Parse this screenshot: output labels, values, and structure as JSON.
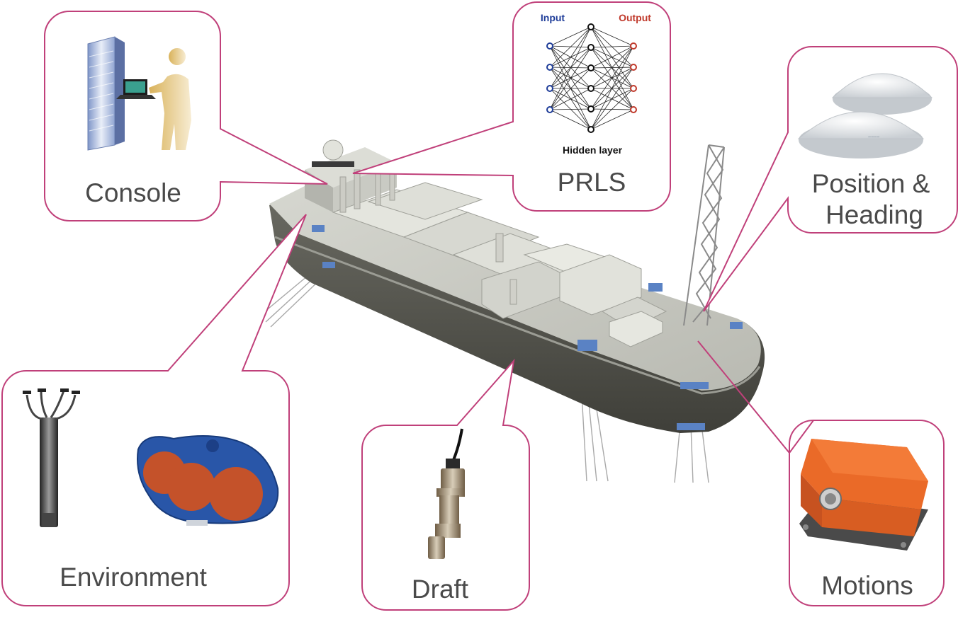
{
  "panels": {
    "console": {
      "label": "Console"
    },
    "prls": {
      "label": "PRLS",
      "input_label": "Input",
      "output_label": "Output",
      "hidden_label": "Hidden layer"
    },
    "position": {
      "label_line1": "Position &",
      "label_line2": "Heading"
    },
    "environment": {
      "label": "Environment"
    },
    "draft": {
      "label": "Draft"
    },
    "motions": {
      "label": "Motions"
    }
  },
  "colors": {
    "callout_border": "#c0407a",
    "label_text": "#4a4a4a",
    "input_nodes": "#1f3d99",
    "output_nodes": "#c0392b",
    "hull": "#57574f",
    "deck": "#c8c9c2",
    "sensor_blue": "#2956a8",
    "sensor_orange": "#ea6a28"
  }
}
